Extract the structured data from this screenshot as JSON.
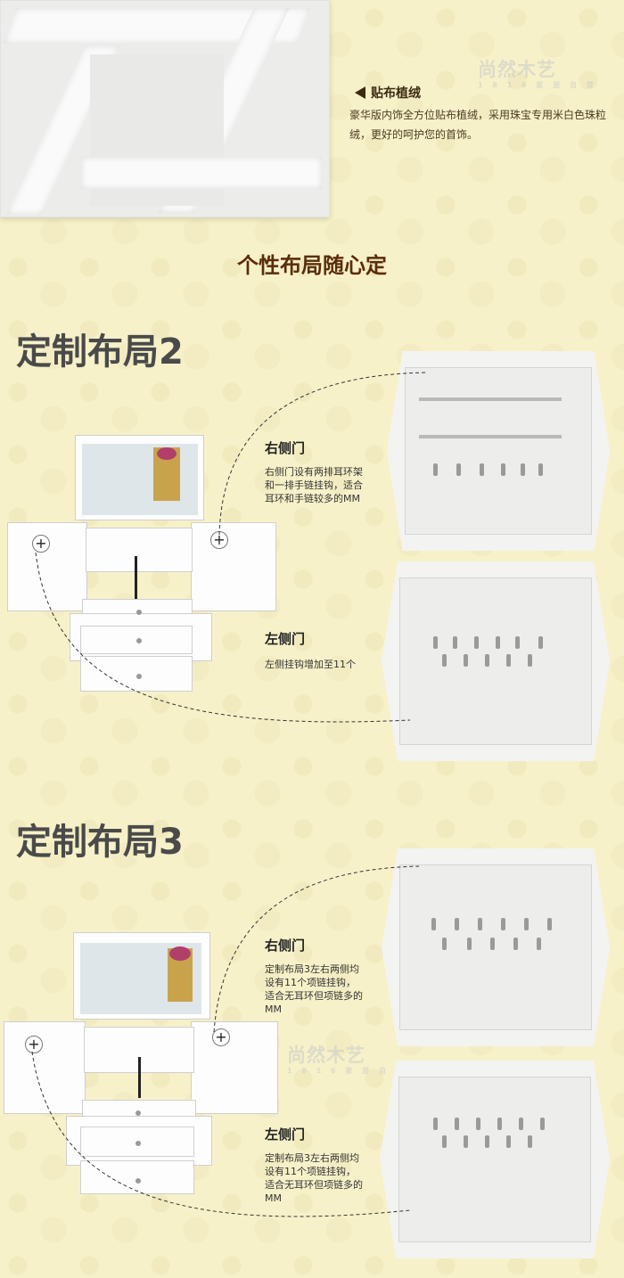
{
  "feature": {
    "title": "贴布植绒",
    "text": "豪华版内饰全方位贴布植绒，采用珠宝专用米白色珠粒绒，更好的呵护您的首饰。"
  },
  "watermark": {
    "main": "尚然木艺",
    "sub": "1 8 1 6 家 居 自 营"
  },
  "heading": "个性布局随心定",
  "layout2": {
    "title": "定制布局2",
    "right_door_label": "右侧门",
    "right_door_desc": "右侧门设有两排耳环架和一排手链挂钩，适合耳环和手链较多的MM",
    "left_door_label": "左侧门",
    "left_door_desc": "左侧挂钩增加至11个"
  },
  "layout3": {
    "title": "定制布局3",
    "right_door_label": "右侧门",
    "right_door_desc": "定制布局3左右两侧均设有11个项链挂钩，适合无耳环但项链多的MM",
    "left_door_label": "左侧门",
    "left_door_desc": "定制布局3左右两侧均设有11个项链挂钩，适合无耳环但项链多的MM"
  },
  "colors": {
    "background": "#f7f1c9",
    "heading": "#5a2d0c",
    "big_title": "#4a4a4a"
  }
}
